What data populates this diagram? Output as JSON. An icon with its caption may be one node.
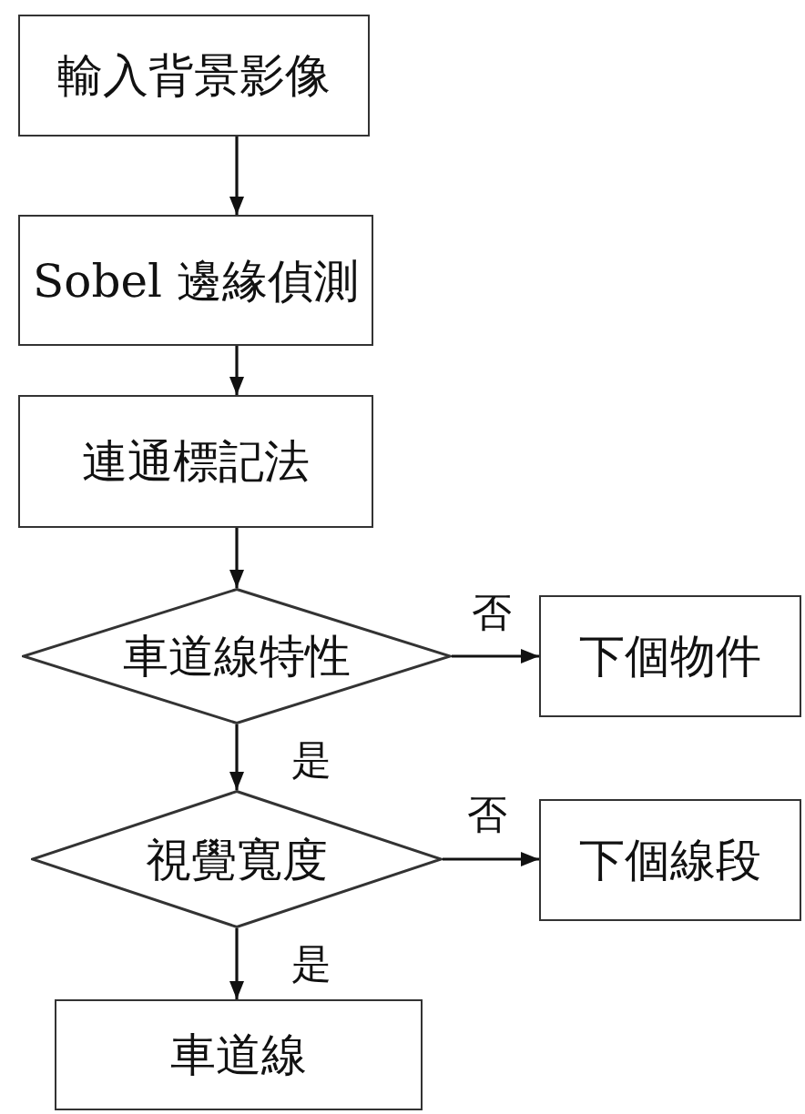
{
  "diagram": {
    "nodes": [
      {
        "text": [
          "輸入背景影像"
        ]
      },
      {
        "text": [
          "Sobel 邊緣偵測"
        ]
      },
      {
        "text": [
          "連通標記法"
        ]
      },
      {
        "text": [
          "車道線特性"
        ]
      },
      {
        "text": [
          "下個物件"
        ]
      },
      {
        "text": [
          "視覺寬度"
        ]
      },
      {
        "text": [
          "下個線段"
        ]
      },
      {
        "text": [
          "車道線"
        ]
      }
    ],
    "edges": [
      {
        "from": 0,
        "to": 1,
        "arrow": "to"
      },
      {
        "from": 1,
        "to": 2,
        "arrow": "to"
      },
      {
        "from": 2,
        "to": 3,
        "arrow": "to"
      },
      {
        "from": 3,
        "to": 4,
        "arrow": "to",
        "label": "否"
      },
      {
        "from": 3,
        "to": 5,
        "arrow": "to",
        "label": "是"
      },
      {
        "from": 5,
        "to": 6,
        "arrow": "to",
        "label": "否"
      },
      {
        "from": 5,
        "to": 7,
        "arrow": "to",
        "label": "是"
      }
    ]
  }
}
